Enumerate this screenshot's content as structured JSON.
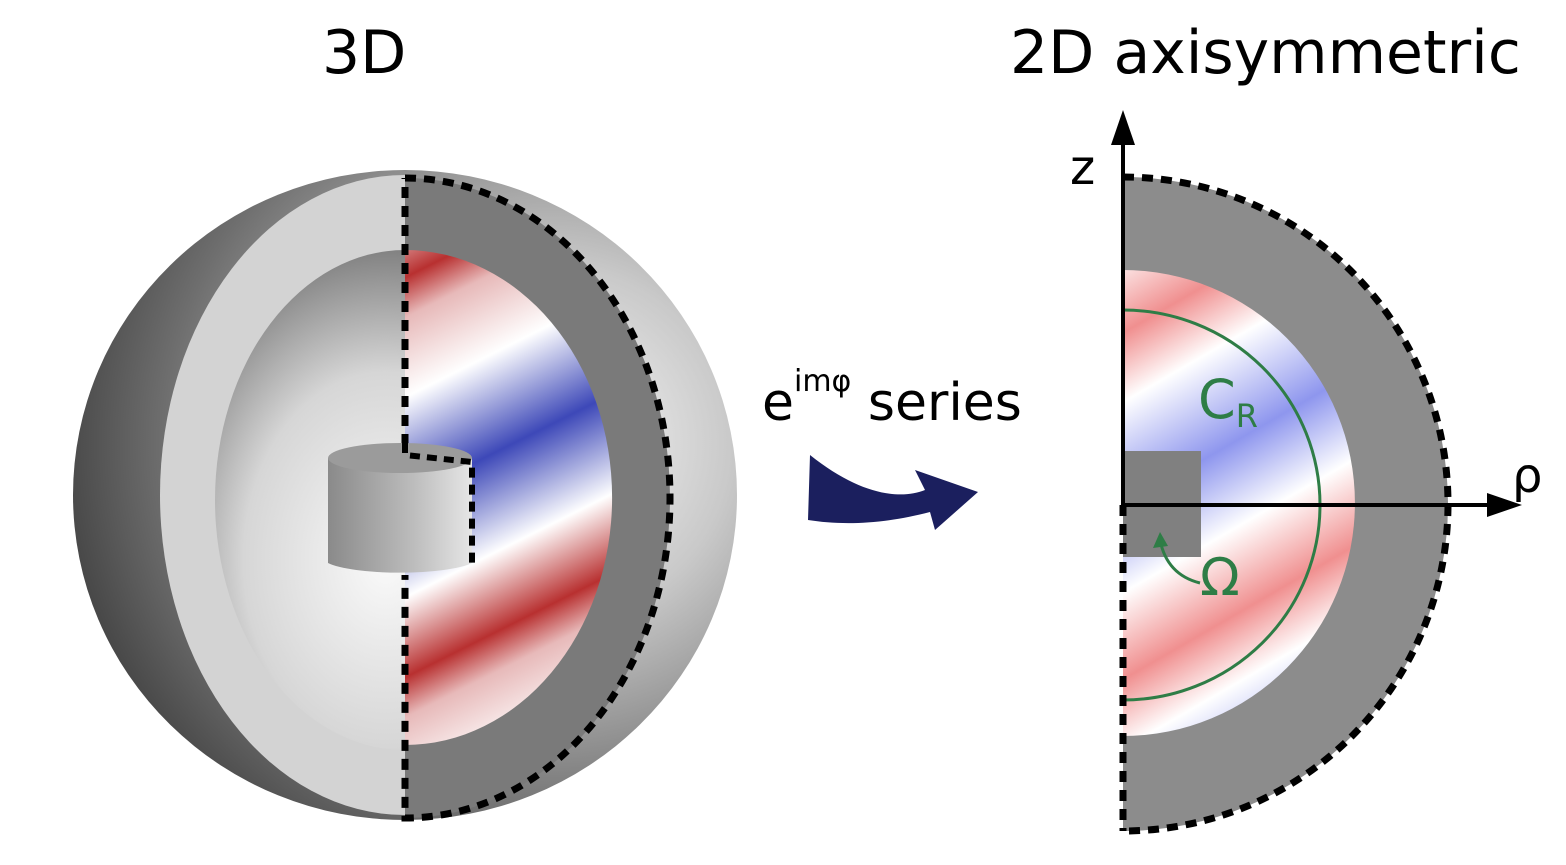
{
  "titles": {
    "left": "3D",
    "right": "2D axisymmetric"
  },
  "transform_label": {
    "base": "e",
    "exponent": "imφ",
    "suffix": " series"
  },
  "axes": {
    "vertical": "z",
    "horizontal": "ρ"
  },
  "contour": {
    "letter": "C",
    "subscript": "R"
  },
  "domain_label": "Ω",
  "colors": {
    "shell_gray": "#7a7a7a",
    "shell_light": "#d4d4d4",
    "field_positive": "#3d48b8",
    "field_negative": "#b83030",
    "contour_green": "#2e7d46",
    "arrow_navy": "#1b1f5e"
  }
}
